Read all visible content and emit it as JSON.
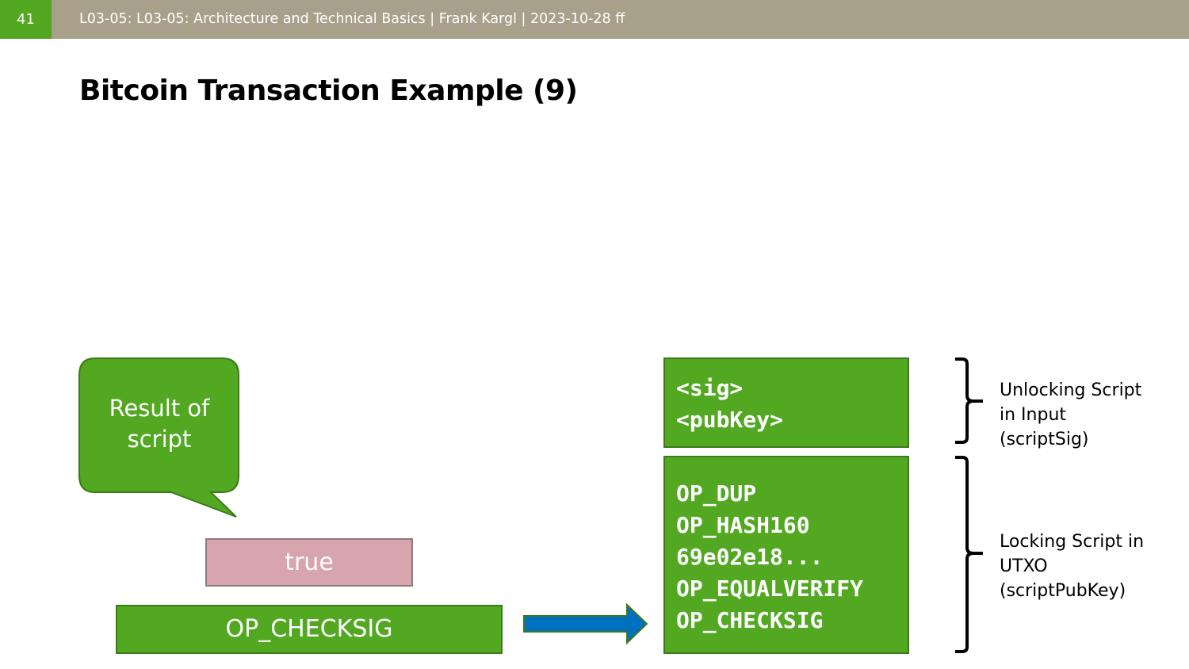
{
  "header": {
    "slide_number": "41",
    "text": "L03-05: L03-05: Architecture and Technical Basics | Frank Kargl | 2023-10-28 ff"
  },
  "slide": {
    "title": "Bitcoin Transaction Example (9)"
  },
  "bubble": {
    "lines": [
      "Result of",
      "script"
    ]
  },
  "stack": {
    "top_value": "true",
    "bottom_value": "OP_CHECKSIG"
  },
  "script": {
    "unlocking_lines": [
      "<sig>",
      "<pubKey>"
    ],
    "locking_lines": [
      "OP_DUP",
      "OP_HASH160",
      "69e02e18...",
      "OP_EQUALVERIFY",
      "OP_CHECKSIG"
    ]
  },
  "labels": {
    "unlocking": [
      "Unlocking Script",
      "in Input",
      "(scriptSig)"
    ],
    "locking": [
      "Locking Script in",
      "UTXO",
      "(scriptPubKey)"
    ]
  },
  "colors": {
    "header_bg": "#a8a08b",
    "accent_green": "#52a821",
    "stack_pink": "#d8a5ae",
    "arrow_blue": "#0070c0"
  }
}
